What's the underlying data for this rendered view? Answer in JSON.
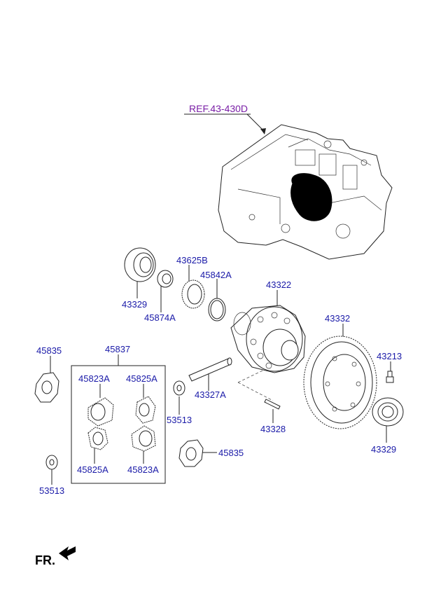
{
  "reference": {
    "label": "REF.43-430D"
  },
  "labels": {
    "p43329_top": "43329",
    "p45874A": "45874A",
    "p43625B": "43625B",
    "p45842A": "45842A",
    "p43322": "43322",
    "p43332": "43332",
    "p43213": "43213",
    "p43329_right": "43329",
    "p45835_left": "45835",
    "p45837": "45837",
    "p45823A_top": "45823A",
    "p45825A_top": "45825A",
    "p45825A_bottom": "45825A",
    "p45823A_bottom": "45823A",
    "p53513_mid": "53513",
    "p43327A": "43327A",
    "p43328": "43328",
    "p45835_right": "45835",
    "p53513_left": "53513"
  },
  "orientation": {
    "label": "FR."
  },
  "colors": {
    "part_label": "#1a1aa8",
    "ref_label": "#7a1fa6",
    "line": "#222222"
  }
}
